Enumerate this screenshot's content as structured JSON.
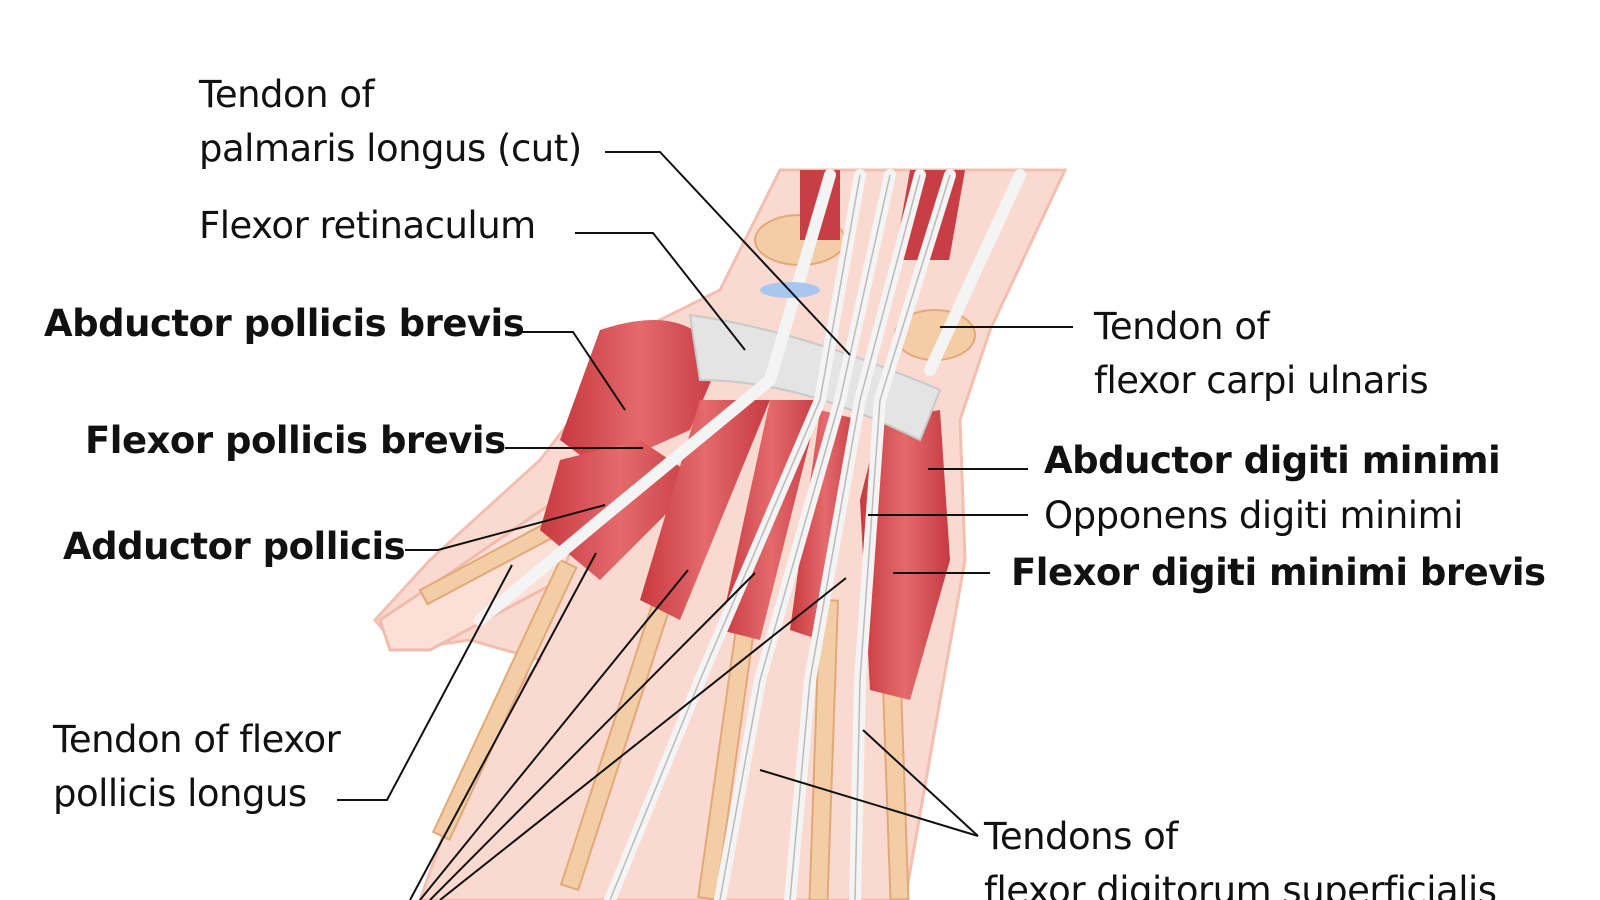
{
  "labels": {
    "palmaris_1": "Tendon of",
    "palmaris_2": "palmaris longus (cut)",
    "flexor_retinaculum": "Flexor retinaculum",
    "abductor_pollicis_brevis": "Abductor pollicis brevis",
    "flexor_pollicis_brevis": "Flexor pollicis brevis",
    "adductor_pollicis": "Adductor pollicis",
    "fpl_1": "Tendon of flexor",
    "fpl_2": "pollicis longus",
    "fcu_1": "Tendon of",
    "fcu_2": "flexor carpi ulnaris",
    "abductor_digiti_minimi": "Abductor digiti minimi",
    "opponens_digiti_minimi": "Opponens digiti minimi",
    "flexor_digiti_minimi_brevis": "Flexor digiti minimi brevis",
    "fds_1": "Tendons of",
    "fds_2": "flexor digitorum superficialis"
  },
  "colors": {
    "skin": "#f9d3c8",
    "muscle": "#d9535a",
    "tendon": "#efefef",
    "bone": "#f0c79c",
    "leader": "#111111"
  }
}
